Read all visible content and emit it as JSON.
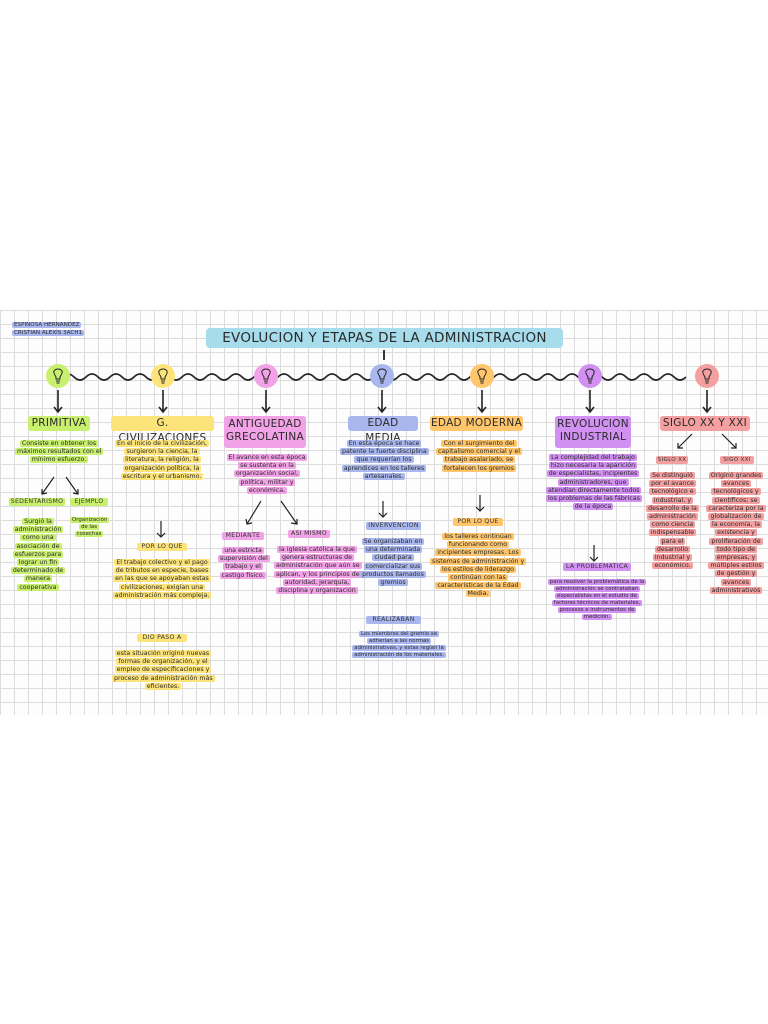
{
  "authors": {
    "line1": "ESPINOSA HERNANDEZ",
    "line2": "CRISTIAN ALEXIS 3ACH1"
  },
  "title": "EVOLUCION Y ETAPAS DE LA ADMINISTRACION",
  "colors": {
    "green": "#c8f06e",
    "yellow": "#fde47a",
    "pink": "#f2a2e6",
    "blue": "#a9b7ee",
    "orange": "#ffc66b",
    "purple": "#d190f2",
    "red": "#f4a0a0",
    "title": "#a7dcec"
  },
  "stages": {
    "primitiva": {
      "title": "PRIMITIVA",
      "description": "Consiste en obtener los máximos resultados con el mínimo esfuerzo.",
      "sub1_label": "SEDENTARISMO",
      "sub1_text": "Surgió la administración como una asociación de esfuerzos para lograr un fin determinado de manera cooperativa",
      "sub2_label": "EJEMPLO",
      "sub2_text": "Organización de las cosechas"
    },
    "civilizaciones": {
      "title": "G. CIVILIZACIONES",
      "description": "En el inicio de la civilización, surgieron la ciencia, la literatura, la religión, la organización política, la escritura y el urbanismo.",
      "sub1_label": "POR LO QUE",
      "sub1_text": "El trabajo colectivo y el pago de tributos en especie, bases en las que se apoyaban estas civilizaciones, exigían una administración más compleja.",
      "sub2_label": "DIO PASO A",
      "sub2_text": "esta situación originó nuevas formas de organización, y el empleo de especificaciones y proceso de administración más eficientes."
    },
    "antiguedad": {
      "title_line1": "ANTIGUEDAD",
      "title_line2": "GRECOLATINA",
      "description": "El avance en esta época se sustenta en la organización social, política, militar y económica.",
      "sub1_label": "MEDIANTE",
      "sub1_text": "una estricta supervisión del trabajo y el castigo físico.",
      "sub2_label": "ASI MISMO",
      "sub2_text": "la iglesia católica la que genera estructuras de administración que aún se aplican, y los principios de autoridad, jerarquía, disciplina y organización"
    },
    "media": {
      "title": "EDAD MEDIA",
      "description": "En esta época se hace patente la fuerte disciplina que requerían los aprendices en los talleres artesanales.",
      "sub1_label": "INVERVENCION",
      "sub1_text": "Se organizaban en una determinada ciudad para comercializar sus productos llamados gremios",
      "sub2_label": "REALIZABAN",
      "sub2_text": "Los miembros del gremio se adherían a las normas administrativas, y estas regían la administración de los materiales."
    },
    "moderna": {
      "title": "EDAD MODERNA",
      "description": "Con el surgimiento del capitalismo comercial y el trabajo asalariado, se fortalecen los gremios",
      "sub1_label": "POR LO QUE",
      "sub1_text": "los talleres continúan funcionando como incipientes empresas. Los sistemas de administración y los estilos de liderazgo continúan con las características de la Edad Media."
    },
    "revolucion": {
      "title_line1": "REVOLUCION",
      "title_line2": "INDUSTRIAL",
      "description": "La complejidad del trabajo hizo necesaria la aparición de especialistas, incipientes administradores, que atendían directamente todos los problemas de las fábricas de la época",
      "sub1_label": "LA PROBLEMATICA",
      "sub1_text": "para resolver la problemática de la administración se contrataban especialistas en el estudio de factores técnicos de materiales, procesos e instrumentos de medición."
    },
    "siglo": {
      "title": "SIGLO XX Y XXI",
      "sub1_label": "SIGLO XX",
      "sub1_text": "Se distinguió por el avance tecnológico e industrial, y desarrollo de la administración como ciencia indispensable para el desarrollo industrial y económico.",
      "sub2_label": "SIGO XXI",
      "sub2_text": "Originó grandes avances tecnológicos y científicos; se caracteriza por la globalización de la economía, la existencia y proliferación de todo tipo de empresas, y múltiples estilos de gestión y avances administrativos"
    }
  }
}
